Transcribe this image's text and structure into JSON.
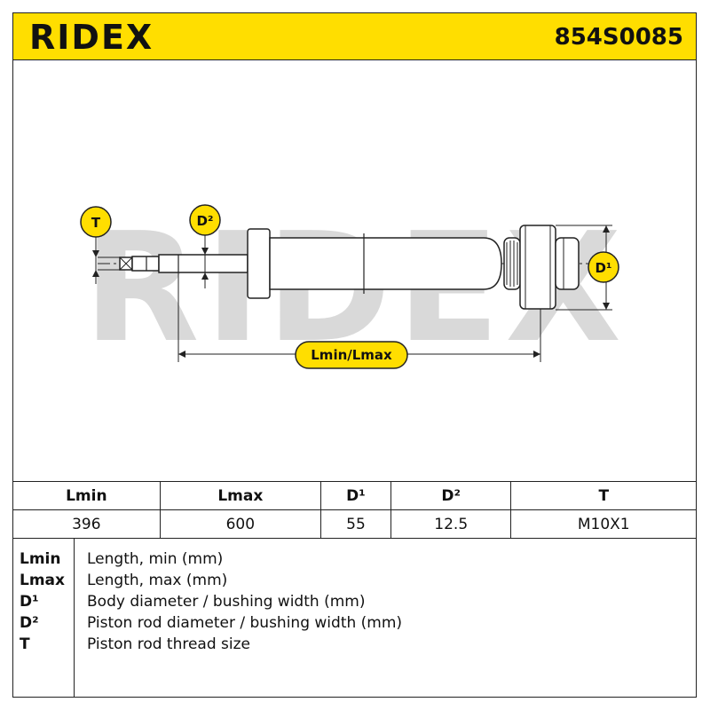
{
  "header": {
    "brand": "RIDEX",
    "part_number": "854S0085"
  },
  "drawing": {
    "watermark": "RIDEX",
    "callouts": {
      "thread": "T",
      "rod_diameter": "D²",
      "body_diameter": "D¹",
      "length": "Lmin/Lmax"
    }
  },
  "table": {
    "headers": [
      "Lmin",
      "Lmax",
      "D¹",
      "D²",
      "T"
    ],
    "values": [
      "396",
      "600",
      "55",
      "12.5",
      "M10X1"
    ]
  },
  "legend": [
    {
      "key": "Lmin",
      "desc": "Length, min (mm)"
    },
    {
      "key": "Lmax",
      "desc": "Length, max (mm)"
    },
    {
      "key": "D¹",
      "desc": "Body diameter / bushing width (mm)"
    },
    {
      "key": "D²",
      "desc": "Piston rod diameter / bushing width (mm)"
    },
    {
      "key": "T",
      "desc": "Piston rod thread size"
    }
  ],
  "colors": {
    "accent": "#ffde00",
    "line": "#222222",
    "watermark": "#d9d9d9"
  }
}
